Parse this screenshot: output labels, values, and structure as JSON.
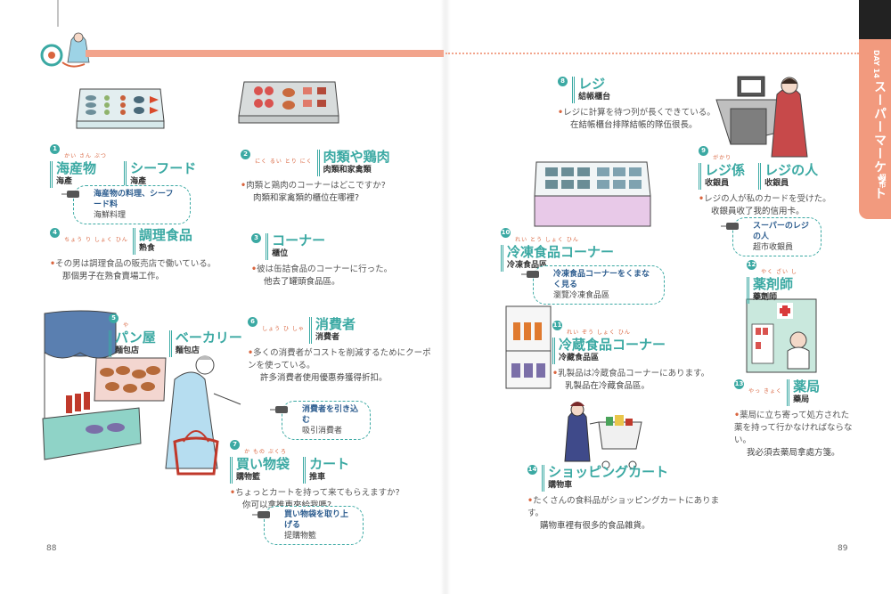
{
  "side_tab": {
    "day": "DAY 14",
    "title": "スーパーマーケット",
    "subtitle": "超市"
  },
  "page_numbers": {
    "left": "88",
    "right": "89"
  },
  "entries": [
    {
      "num": "1",
      "ruby": "かい さん ぶつ",
      "word": "海産物",
      "trans": "海產",
      "word2": "シーフード",
      "trans2": "海產"
    },
    {
      "num": "2",
      "ruby": "にく るい  とり にく",
      "word": "肉類や鶏肉",
      "trans": "肉類和家禽類",
      "ex_jp": "肉類と鶏肉のコーナーはどこですか?",
      "ex_zh": "肉類和家禽類的櫃位在哪裡?"
    },
    {
      "num": "3",
      "ruby": "",
      "word": "コーナー",
      "trans": "櫃位",
      "ex_jp": "彼は缶詰食品のコーナーに行った。",
      "ex_zh": "他去了罐頭食品區。"
    },
    {
      "num": "4",
      "ruby": "ちょう り しょく ひん",
      "word": "調理食品",
      "trans": "熟食",
      "ex_jp": "その男は調理食品の販売店で働いている。",
      "ex_zh": "那個男子在熟食賣場工作。"
    },
    {
      "num": "5",
      "ruby": "や",
      "word": "パン屋",
      "trans": "麵包店",
      "word2": "ベーカリー",
      "trans2": "麵包店"
    },
    {
      "num": "6",
      "ruby": "しょう ひ しゃ",
      "word": "消費者",
      "trans": "消費者",
      "ex_jp": "多くの消費者がコストを削減するためにクーポンを使っている。",
      "ex_zh": "許多消費者使用優惠券獲得折扣。"
    },
    {
      "num": "7",
      "ruby": "か  もの ぶくろ",
      "word": "買い物袋",
      "trans": "購物籃",
      "word2": "カート",
      "trans2": "推車",
      "ex_jp": "ちょっとカートを持って来てもらえますか?",
      "ex_zh": "你可以拿推車來給我嗎?"
    },
    {
      "num": "8",
      "ruby": "",
      "word": "レジ",
      "trans": "結帳櫃台",
      "ex_jp": "レジに計算を待つ列が長くできている。",
      "ex_zh": "在結帳櫃台排隊結帳的隊伍很長。"
    },
    {
      "num": "9",
      "ruby": "がかり",
      "word": "レジ係",
      "trans": "收銀員",
      "word2": "レジの人",
      "trans2": "收銀員",
      "ex_jp": "レジの人が私のカードを受けた。",
      "ex_zh": "收銀員收了我的信用卡。"
    },
    {
      "num": "10",
      "ruby": "れい とう しょく ひん",
      "word": "冷凍食品コーナー",
      "trans": "冷凍食品區"
    },
    {
      "num": "11",
      "ruby": "れい ぞう しょく ひん",
      "word": "冷蔵食品コーナー",
      "trans": "冷藏食品區",
      "ex_jp": "乳製品は冷蔵食品コーナーにあります。",
      "ex_zh": "乳製品在冷藏食品區。"
    },
    {
      "num": "12",
      "ruby": "やく ざい し",
      "word": "薬剤師",
      "trans": "藥劑師"
    },
    {
      "num": "13",
      "ruby": "やっ きょく",
      "word": "薬局",
      "trans": "藥局",
      "ex_jp": "薬局に立ち寄って処方された薬を持って行かなければならない。",
      "ex_zh": "我必須去藥局拿處方箋。"
    },
    {
      "num": "14",
      "ruby": "",
      "word": "ショッピングカート",
      "trans": "購物車",
      "ex_jp": "たくさんの食料品がショッピングカートにあります。",
      "ex_zh": "購物車裡有很多的食品雜貨。"
    }
  ],
  "tags": [
    {
      "jp": "海産物の料理、シーフード料",
      "zh": "海鮮料理"
    },
    {
      "jp": "消費者を引き込む",
      "zh": "吸引消費者"
    },
    {
      "jp": "買い物袋を取り上げる",
      "zh": "提購物籃"
    },
    {
      "jp": "冷凍食品コーナーをくまなく見る",
      "zh": "瀏覽冷凍食品區"
    },
    {
      "jp": "スーパーのレジの人",
      "zh": "超市收銀員"
    }
  ],
  "colors": {
    "accent": "#3ba9a3",
    "highlight": "#d9653f",
    "tab": "#f29a7e",
    "bar": "#f2a48c"
  }
}
